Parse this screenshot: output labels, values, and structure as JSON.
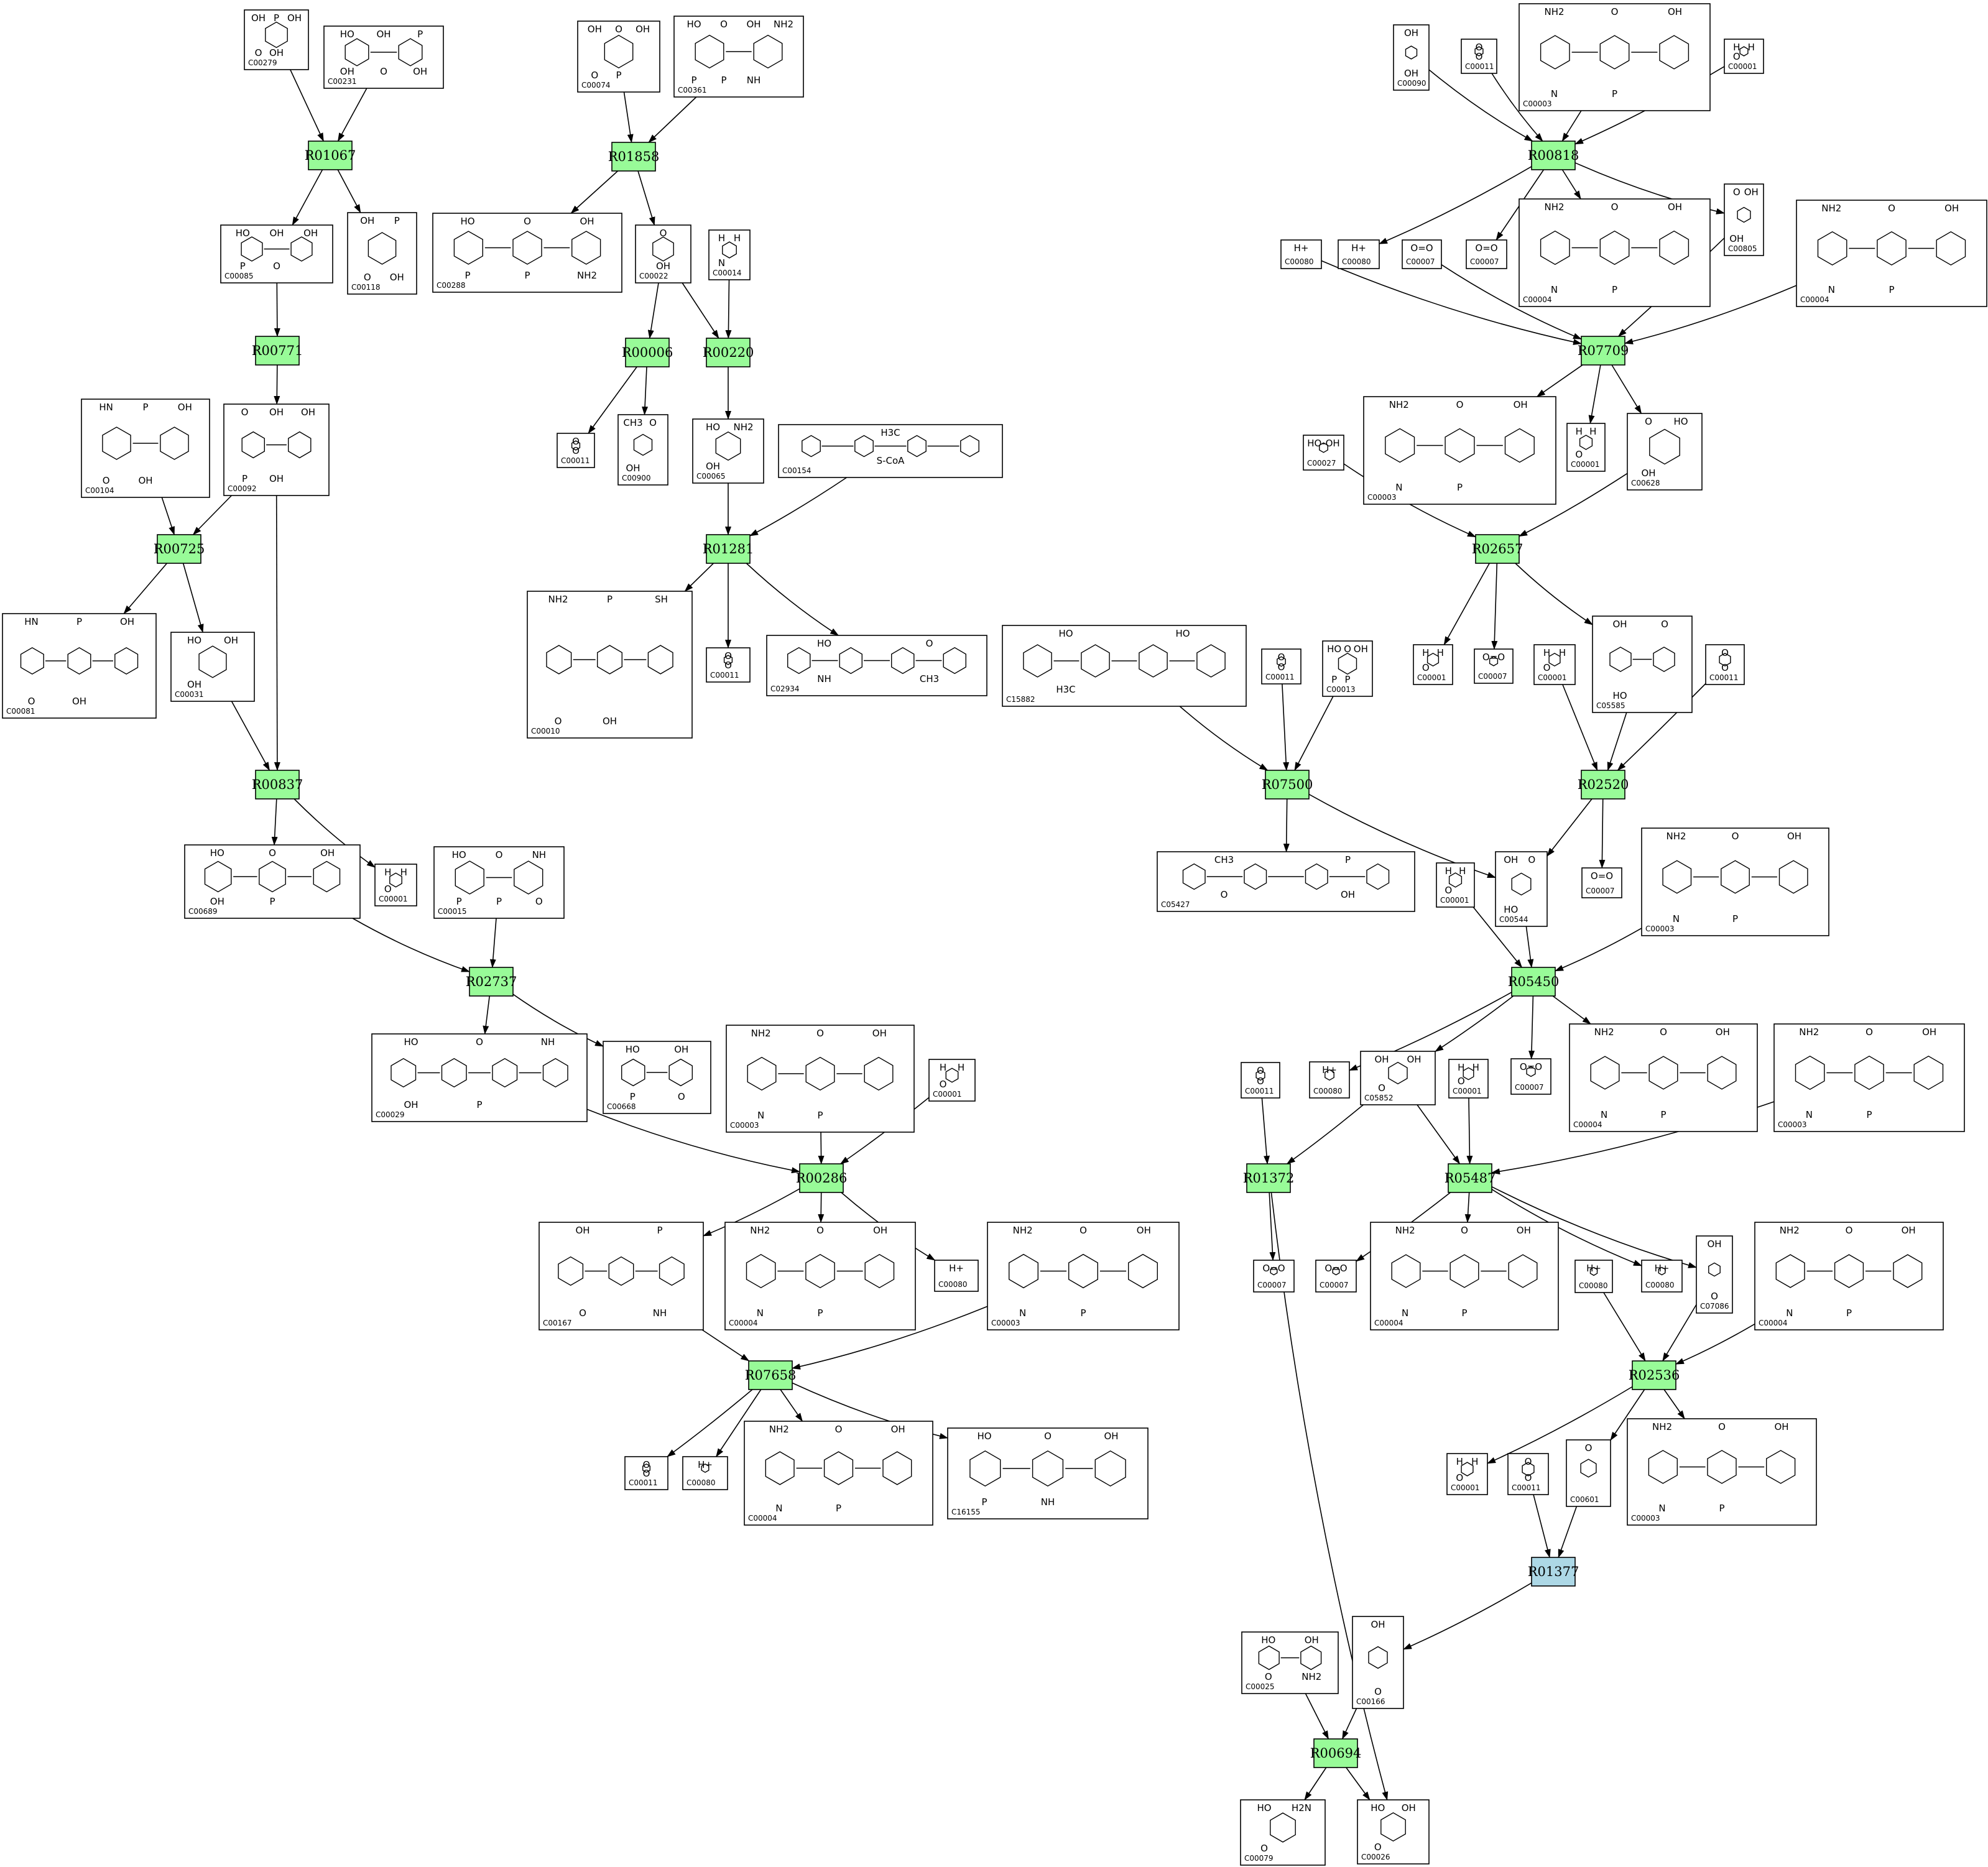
{
  "colors": {
    "reaction_fill": "#98FB98",
    "reaction_fill_alt": "#ADD8E6",
    "line": "#000000",
    "background": "#FFFFFF"
  },
  "compound_icon": "structure-icon",
  "compounds": [
    {
      "id": "C00279",
      "atoms": [
        "OH",
        "O",
        "P",
        "OH",
        "OH"
      ]
    },
    {
      "id": "C00231",
      "atoms": [
        "HO",
        "OH",
        "OH",
        "O",
        "P",
        "OH"
      ]
    },
    {
      "id": "C00074",
      "atoms": [
        "OH",
        "O",
        "O",
        "P",
        "OH"
      ]
    },
    {
      "id": "C00361",
      "atoms": [
        "HO",
        "P",
        "O",
        "P",
        "OH",
        "NH",
        "NH2"
      ]
    },
    {
      "id": "C00085",
      "atoms": [
        "HO",
        "P",
        "OH",
        "O",
        "OH"
      ]
    },
    {
      "id": "C00118",
      "atoms": [
        "OH",
        "O",
        "P",
        "OH"
      ]
    },
    {
      "id": "C00288",
      "atoms": [
        "HO",
        "P",
        "O",
        "P",
        "OH",
        "NH2"
      ]
    },
    {
      "id": "C00022",
      "atoms": [
        "O",
        "OH"
      ]
    },
    {
      "id": "C00014",
      "atoms": [
        "H",
        "N",
        "H"
      ]
    },
    {
      "id": "C00104",
      "atoms": [
        "HN",
        "O",
        "P",
        "OH",
        "OH"
      ]
    },
    {
      "id": "C00092",
      "atoms": [
        "O",
        "P",
        "OH",
        "OH",
        "OH"
      ]
    },
    {
      "id": "C00011",
      "atoms": [
        "O",
        "O"
      ]
    },
    {
      "id": "C00900",
      "atoms": [
        "CH3",
        "OH",
        "O"
      ]
    },
    {
      "id": "C00065",
      "atoms": [
        "HO",
        "OH",
        "NH2"
      ]
    },
    {
      "id": "C00154",
      "atoms": [
        "H3C",
        "S-CoA"
      ]
    },
    {
      "id": "C00081",
      "atoms": [
        "HN",
        "O",
        "P",
        "OH",
        "OH"
      ]
    },
    {
      "id": "C00031",
      "atoms": [
        "HO",
        "OH",
        "OH"
      ]
    },
    {
      "id": "C00010",
      "atoms": [
        "NH2",
        "O",
        "P",
        "OH",
        "SH"
      ]
    },
    {
      "id": "C00011",
      "atoms": [
        "O",
        "O"
      ]
    },
    {
      "id": "C02934",
      "atoms": [
        "HO",
        "NH",
        "O",
        "CH3"
      ]
    },
    {
      "id": "C00689",
      "atoms": [
        "HO",
        "OH",
        "O",
        "P",
        "OH"
      ]
    },
    {
      "id": "C00001",
      "atoms": [
        "H",
        "O",
        "H"
      ]
    },
    {
      "id": "C00015",
      "atoms": [
        "HO",
        "P",
        "O",
        "P",
        "NH",
        "O"
      ]
    },
    {
      "id": "C00029",
      "atoms": [
        "HO",
        "OH",
        "O",
        "P",
        "NH"
      ]
    },
    {
      "id": "C00668",
      "atoms": [
        "HO",
        "P",
        "OH",
        "O"
      ]
    },
    {
      "id": "C00003",
      "atoms": [
        "NH2",
        "N",
        "O",
        "P",
        "OH"
      ]
    },
    {
      "id": "C00001",
      "atoms": [
        "H",
        "O",
        "H"
      ]
    },
    {
      "id": "C00167",
      "atoms": [
        "OH",
        "O",
        "P",
        "NH"
      ]
    },
    {
      "id": "C00004",
      "atoms": [
        "NH2",
        "N",
        "O",
        "P",
        "OH"
      ]
    },
    {
      "id": "C00080",
      "atoms": [
        "H+"
      ]
    },
    {
      "id": "C00003",
      "atoms": [
        "NH2",
        "N",
        "O",
        "P",
        "OH"
      ]
    },
    {
      "id": "C00011",
      "atoms": [
        "O",
        "O"
      ]
    },
    {
      "id": "C00080",
      "atoms": [
        "H+"
      ]
    },
    {
      "id": "C00004",
      "atoms": [
        "NH2",
        "N",
        "O",
        "P",
        "OH"
      ]
    },
    {
      "id": "C16155",
      "atoms": [
        "HO",
        "P",
        "O",
        "NH",
        "OH"
      ]
    },
    {
      "id": "C00090",
      "atoms": [
        "OH",
        "OH"
      ]
    },
    {
      "id": "C00011",
      "atoms": [
        "O",
        "O"
      ]
    },
    {
      "id": "C00003",
      "atoms": [
        "NH2",
        "N",
        "O",
        "P",
        "OH"
      ]
    },
    {
      "id": "C00001",
      "atoms": [
        "H",
        "O",
        "H"
      ]
    },
    {
      "id": "C00080",
      "atoms": [
        "H+"
      ]
    },
    {
      "id": "C00080",
      "atoms": [
        "H+"
      ]
    },
    {
      "id": "C00007",
      "atoms": [
        "O=O"
      ]
    },
    {
      "id": "C00007",
      "atoms": [
        "O=O"
      ]
    },
    {
      "id": "C00004",
      "atoms": [
        "NH2",
        "N",
        "O",
        "P",
        "OH"
      ]
    },
    {
      "id": "C00805",
      "atoms": [
        "O",
        "OH",
        "OH"
      ]
    },
    {
      "id": "C00004",
      "atoms": [
        "NH2",
        "N",
        "O",
        "P",
        "OH"
      ]
    },
    {
      "id": "C00003",
      "atoms": [
        "NH2",
        "N",
        "O",
        "P",
        "OH"
      ]
    },
    {
      "id": "C00001",
      "atoms": [
        "H",
        "O",
        "H"
      ]
    },
    {
      "id": "C00628",
      "atoms": [
        "O",
        "OH",
        "HO"
      ]
    },
    {
      "id": "C00027",
      "atoms": [
        "HO-OH"
      ]
    },
    {
      "id": "C00001",
      "atoms": [
        "H",
        "O",
        "H"
      ]
    },
    {
      "id": "C00007",
      "atoms": [
        "O=O"
      ]
    },
    {
      "id": "C00001",
      "atoms": [
        "H",
        "O",
        "H"
      ]
    },
    {
      "id": "C05585",
      "atoms": [
        "OH",
        "HO",
        "O"
      ]
    },
    {
      "id": "C00011",
      "atoms": [
        "O",
        "O"
      ]
    },
    {
      "id": "C15882",
      "atoms": [
        "HO",
        "H3C",
        "HO"
      ]
    },
    {
      "id": "C00011",
      "atoms": [
        "O",
        "O"
      ]
    },
    {
      "id": "C00013",
      "atoms": [
        "HO",
        "P",
        "O",
        "P",
        "OH"
      ]
    },
    {
      "id": "C05427",
      "atoms": [
        "CH3",
        "O",
        "P",
        "OH"
      ]
    },
    {
      "id": "C00001",
      "atoms": [
        "H",
        "O",
        "H"
      ]
    },
    {
      "id": "C00544",
      "atoms": [
        "OH",
        "HO",
        "O"
      ]
    },
    {
      "id": "C00007",
      "atoms": [
        "O=O"
      ]
    },
    {
      "id": "C00003",
      "atoms": [
        "NH2",
        "N",
        "O",
        "P",
        "OH"
      ]
    },
    {
      "id": "C00011",
      "atoms": [
        "O",
        "O"
      ]
    },
    {
      "id": "C00080",
      "atoms": [
        "H+"
      ]
    },
    {
      "id": "C05852",
      "atoms": [
        "OH",
        "O",
        "OH"
      ]
    },
    {
      "id": "C00001",
      "atoms": [
        "H",
        "O",
        "H"
      ]
    },
    {
      "id": "C00007",
      "atoms": [
        "O=O"
      ]
    },
    {
      "id": "C00004",
      "atoms": [
        "NH2",
        "N",
        "O",
        "P",
        "OH"
      ]
    },
    {
      "id": "C00003",
      "atoms": [
        "NH2",
        "N",
        "O",
        "P",
        "OH"
      ]
    },
    {
      "id": "C00007",
      "atoms": [
        "O=O"
      ]
    },
    {
      "id": "C00007",
      "atoms": [
        "O=O"
      ]
    },
    {
      "id": "C00004",
      "atoms": [
        "NH2",
        "N",
        "O",
        "P",
        "OH"
      ]
    },
    {
      "id": "C00080",
      "atoms": [
        "H+"
      ]
    },
    {
      "id": "C00080",
      "atoms": [
        "H+"
      ]
    },
    {
      "id": "C07086",
      "atoms": [
        "OH",
        "O"
      ]
    },
    {
      "id": "C00004",
      "atoms": [
        "NH2",
        "N",
        "O",
        "P",
        "OH"
      ]
    },
    {
      "id": "C00001",
      "atoms": [
        "H",
        "O",
        "H"
      ]
    },
    {
      "id": "C00011",
      "atoms": [
        "O",
        "O"
      ]
    },
    {
      "id": "C00601",
      "atoms": [
        "O"
      ]
    },
    {
      "id": "C00003",
      "atoms": [
        "NH2",
        "N",
        "O",
        "P",
        "OH"
      ]
    },
    {
      "id": "C00025",
      "atoms": [
        "HO",
        "O",
        "OH",
        "NH2"
      ]
    },
    {
      "id": "C00166",
      "atoms": [
        "OH",
        "O"
      ]
    },
    {
      "id": "C00079",
      "atoms": [
        "HO",
        "O",
        "H2N"
      ]
    },
    {
      "id": "C00026",
      "atoms": [
        "HO",
        "O",
        "OH"
      ]
    }
  ],
  "reactions": [
    {
      "id": "R01067",
      "color": "#98FB98"
    },
    {
      "id": "R01858",
      "color": "#98FB98"
    },
    {
      "id": "R00771",
      "color": "#98FB98"
    },
    {
      "id": "R00006",
      "color": "#98FB98"
    },
    {
      "id": "R00220",
      "color": "#98FB98"
    },
    {
      "id": "R00725",
      "color": "#98FB98"
    },
    {
      "id": "R01281",
      "color": "#98FB98"
    },
    {
      "id": "R00837",
      "color": "#98FB98"
    },
    {
      "id": "R02737",
      "color": "#98FB98"
    },
    {
      "id": "R00286",
      "color": "#98FB98"
    },
    {
      "id": "R07658",
      "color": "#98FB98"
    },
    {
      "id": "R00818",
      "color": "#98FB98"
    },
    {
      "id": "R07709",
      "color": "#98FB98"
    },
    {
      "id": "R02657",
      "color": "#98FB98"
    },
    {
      "id": "R07500",
      "color": "#98FB98"
    },
    {
      "id": "R02520",
      "color": "#98FB98"
    },
    {
      "id": "R05450",
      "color": "#98FB98"
    },
    {
      "id": "R01372",
      "color": "#98FB98"
    },
    {
      "id": "R05487",
      "color": "#98FB98"
    },
    {
      "id": "R02536",
      "color": "#98FB98"
    },
    {
      "id": "R01377",
      "color": "#ADD8E6"
    },
    {
      "id": "R00694",
      "color": "#98FB98"
    }
  ]
}
